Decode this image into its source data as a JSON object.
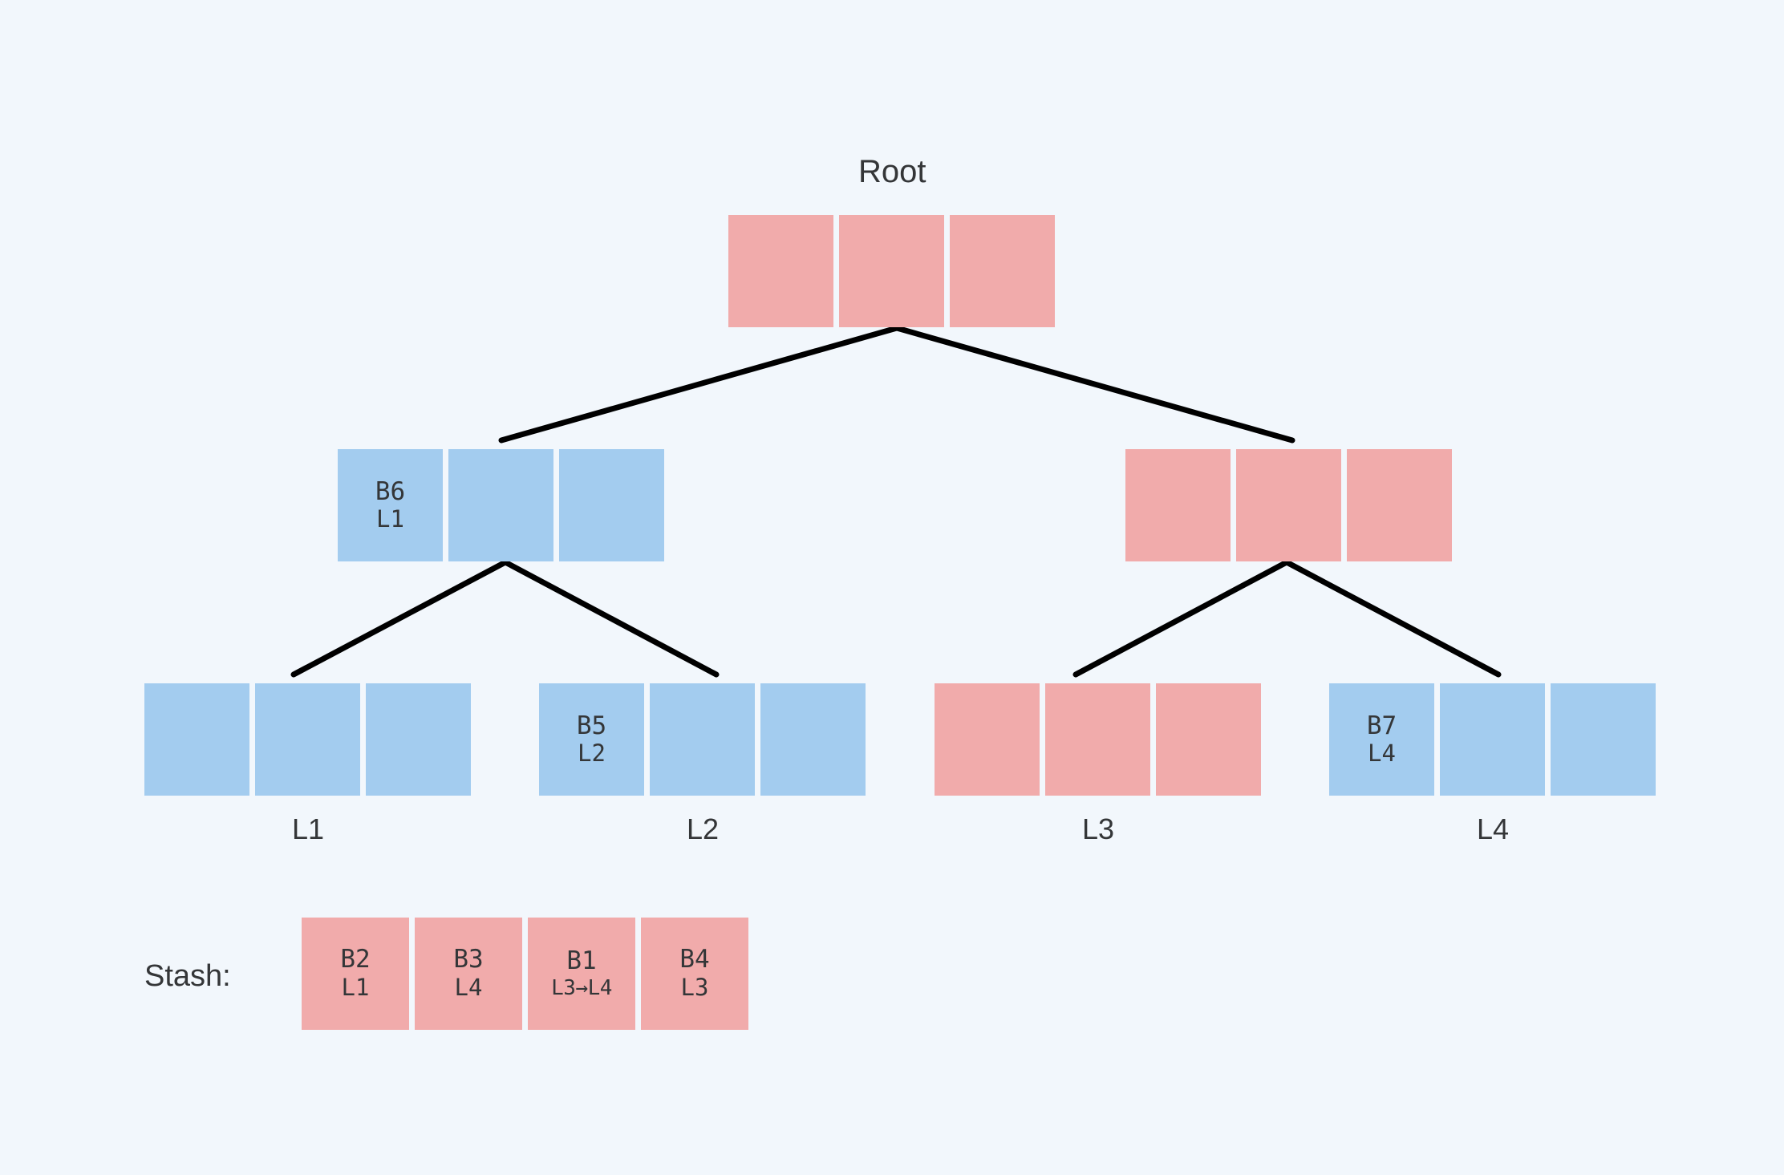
{
  "diagram": {
    "title_root": "Root",
    "background_color": "#f2f7fc",
    "colors": {
      "pink": "#f1abab",
      "blue": "#a3ccef",
      "line": "#000000",
      "text": "#343638"
    },
    "root": {
      "label": "Root",
      "cells": [
        {
          "color": "pink",
          "line1": "",
          "line2": ""
        },
        {
          "color": "pink",
          "line1": "",
          "line2": ""
        },
        {
          "color": "pink",
          "line1": "",
          "line2": ""
        }
      ]
    },
    "internal": [
      {
        "name": "internal-left",
        "cells": [
          {
            "color": "blue",
            "line1": "B6",
            "line2": "L1"
          },
          {
            "color": "blue",
            "line1": "",
            "line2": ""
          },
          {
            "color": "blue",
            "line1": "",
            "line2": ""
          }
        ]
      },
      {
        "name": "internal-right",
        "cells": [
          {
            "color": "pink",
            "line1": "",
            "line2": ""
          },
          {
            "color": "pink",
            "line1": "",
            "line2": ""
          },
          {
            "color": "pink",
            "line1": "",
            "line2": ""
          }
        ]
      }
    ],
    "leaves": [
      {
        "label": "L1",
        "cells": [
          {
            "color": "blue",
            "line1": "",
            "line2": ""
          },
          {
            "color": "blue",
            "line1": "",
            "line2": ""
          },
          {
            "color": "blue",
            "line1": "",
            "line2": ""
          }
        ]
      },
      {
        "label": "L2",
        "cells": [
          {
            "color": "blue",
            "line1": "B5",
            "line2": "L2"
          },
          {
            "color": "blue",
            "line1": "",
            "line2": ""
          },
          {
            "color": "blue",
            "line1": "",
            "line2": ""
          }
        ]
      },
      {
        "label": "L3",
        "cells": [
          {
            "color": "pink",
            "line1": "",
            "line2": ""
          },
          {
            "color": "pink",
            "line1": "",
            "line2": ""
          },
          {
            "color": "pink",
            "line1": "",
            "line2": ""
          }
        ]
      },
      {
        "label": "L4",
        "cells": [
          {
            "color": "blue",
            "line1": "B7",
            "line2": "L4"
          },
          {
            "color": "blue",
            "line1": "",
            "line2": ""
          },
          {
            "color": "blue",
            "line1": "",
            "line2": ""
          }
        ]
      }
    ],
    "stash": {
      "label": "Stash:",
      "blocks": [
        {
          "id": "B2",
          "path": "L1"
        },
        {
          "id": "B3",
          "path": "L4"
        },
        {
          "id": "B1",
          "path": "L3→L4"
        },
        {
          "id": "B4",
          "path": "L3"
        }
      ]
    }
  }
}
